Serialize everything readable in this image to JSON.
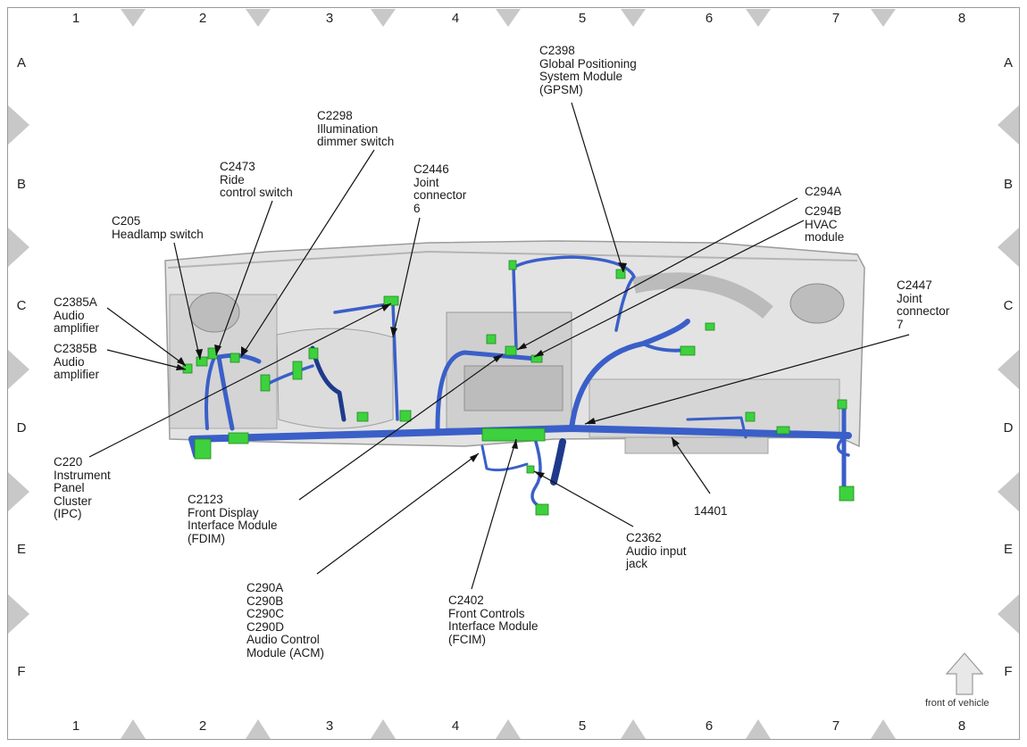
{
  "grid": {
    "columns": [
      "1",
      "2",
      "3",
      "4",
      "5",
      "6",
      "7",
      "8"
    ],
    "rows": [
      "A",
      "B",
      "C",
      "D",
      "E",
      "F"
    ]
  },
  "callouts": [
    {
      "id": "c2398",
      "lines": [
        "C2398",
        "Global Positioning",
        "System Module",
        "(GPSM)"
      ]
    },
    {
      "id": "c2298",
      "lines": [
        "C2298",
        "Illumination",
        "dimmer switch"
      ]
    },
    {
      "id": "c2473",
      "lines": [
        "C2473",
        "Ride",
        "control switch"
      ]
    },
    {
      "id": "c2446",
      "lines": [
        "C2446",
        "Joint",
        "connector",
        "6"
      ]
    },
    {
      "id": "c205",
      "lines": [
        "C205",
        "Headlamp switch"
      ]
    },
    {
      "id": "c294a",
      "lines": [
        "C294A"
      ]
    },
    {
      "id": "c294b",
      "lines": [
        "C294B",
        "HVAC",
        "module"
      ]
    },
    {
      "id": "c2385a",
      "lines": [
        "C2385A",
        "Audio",
        "amplifier"
      ]
    },
    {
      "id": "c2385b",
      "lines": [
        "C2385B",
        "Audio",
        "amplifier"
      ]
    },
    {
      "id": "c2447",
      "lines": [
        "C2447",
        "Joint",
        "connector",
        "7"
      ]
    },
    {
      "id": "c220",
      "lines": [
        "C220",
        "Instrument",
        "Panel",
        "Cluster",
        "(IPC)"
      ]
    },
    {
      "id": "c2123",
      "lines": [
        "C2123",
        "Front Display",
        "Interface Module",
        "(FDIM)"
      ]
    },
    {
      "id": "h14401",
      "lines": [
        "14401"
      ]
    },
    {
      "id": "c2362",
      "lines": [
        "C2362",
        "Audio input",
        "jack"
      ]
    },
    {
      "id": "c290",
      "lines": [
        "C290A",
        "C290B",
        "C290C",
        "C290D",
        "Audio Control",
        "Module (ACM)"
      ]
    },
    {
      "id": "c2402",
      "lines": [
        "C2402",
        "Front Controls",
        "Interface Module",
        "(FCIM)"
      ]
    }
  ],
  "front_of_vehicle": "front of vehicle",
  "colors": {
    "harness": "#3a5fc8",
    "harness_dark": "#1f3a8a",
    "connector": "#3ed13e",
    "dash": "#d9d9d9",
    "dash_edge": "#9c9c9c",
    "triangle": "#c8c8c8"
  }
}
